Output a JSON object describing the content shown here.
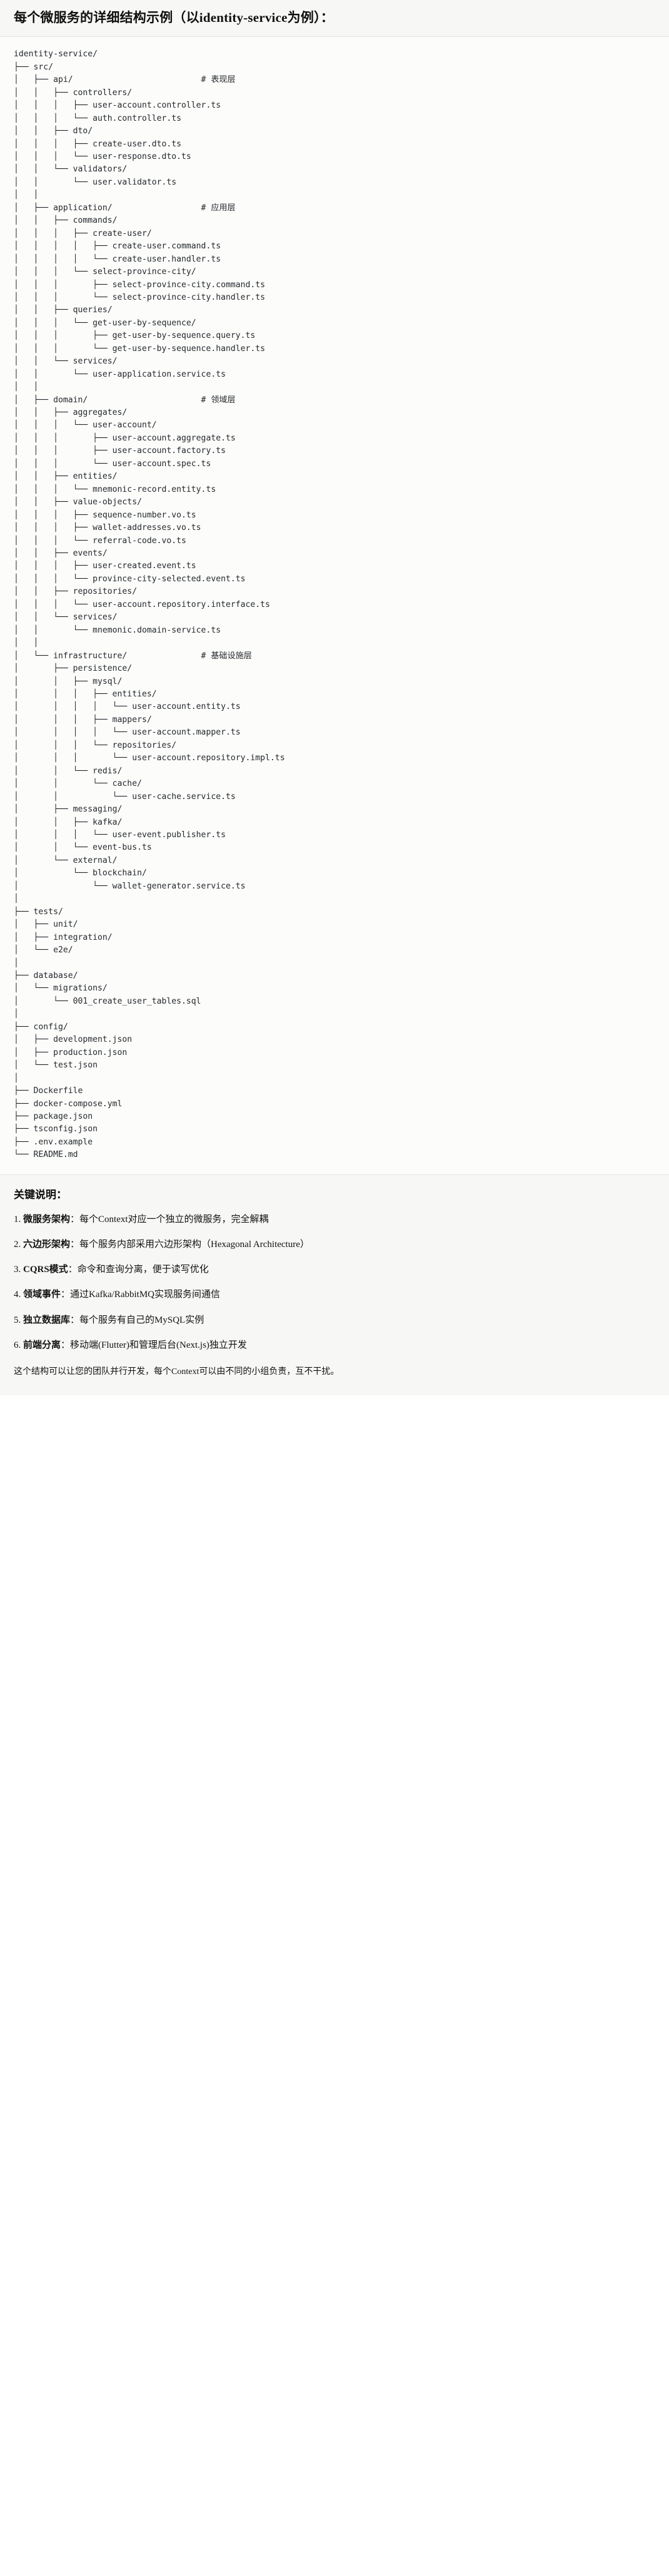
{
  "header": {
    "title": "每个微服务的详细结构示例（以identity-service为例）："
  },
  "tree": {
    "root": "identity-service/",
    "text": "identity-service/\n├── src/\n│   ├── api/                          # 表现层\n│   │   ├── controllers/\n│   │   │   ├── user-account.controller.ts\n│   │   │   └── auth.controller.ts\n│   │   ├── dto/\n│   │   │   ├── create-user.dto.ts\n│   │   │   └── user-response.dto.ts\n│   │   └── validators/\n│   │       └── user.validator.ts\n│   │\n│   ├── application/                  # 应用层\n│   │   ├── commands/\n│   │   │   ├── create-user/\n│   │   │   │   ├── create-user.command.ts\n│   │   │   │   └── create-user.handler.ts\n│   │   │   └── select-province-city/\n│   │   │       ├── select-province-city.command.ts\n│   │   │       └── select-province-city.handler.ts\n│   │   ├── queries/\n│   │   │   └── get-user-by-sequence/\n│   │   │       ├── get-user-by-sequence.query.ts\n│   │   │       └── get-user-by-sequence.handler.ts\n│   │   └── services/\n│   │       └── user-application.service.ts\n│   │\n│   ├── domain/                       # 领域层\n│   │   ├── aggregates/\n│   │   │   └── user-account/\n│   │   │       ├── user-account.aggregate.ts\n│   │   │       ├── user-account.factory.ts\n│   │   │       └── user-account.spec.ts\n│   │   ├── entities/\n│   │   │   └── mnemonic-record.entity.ts\n│   │   ├── value-objects/\n│   │   │   ├── sequence-number.vo.ts\n│   │   │   ├── wallet-addresses.vo.ts\n│   │   │   └── referral-code.vo.ts\n│   │   ├── events/\n│   │   │   ├── user-created.event.ts\n│   │   │   └── province-city-selected.event.ts\n│   │   ├── repositories/\n│   │   │   └── user-account.repository.interface.ts\n│   │   └── services/\n│   │       └── mnemonic.domain-service.ts\n│   │\n│   └── infrastructure/               # 基础设施层\n│       ├── persistence/\n│       │   ├── mysql/\n│       │   │   ├── entities/\n│       │   │   │   └── user-account.entity.ts\n│       │   │   ├── mappers/\n│       │   │   │   └── user-account.mapper.ts\n│       │   │   └── repositories/\n│       │   │       └── user-account.repository.impl.ts\n│       │   └── redis/\n│       │       └── cache/\n│       │           └── user-cache.service.ts\n│       ├── messaging/\n│       │   ├── kafka/\n│       │   │   └── user-event.publisher.ts\n│       │   └── event-bus.ts\n│       └── external/\n│           └── blockchain/\n│               └── wallet-generator.service.ts\n│\n├── tests/\n│   ├── unit/\n│   ├── integration/\n│   └── e2e/\n│\n├── database/\n│   └── migrations/\n│       └── 001_create_user_tables.sql\n│\n├── config/\n│   ├── development.json\n│   ├── production.json\n│   └── test.json\n│\n├── Dockerfile\n├── docker-compose.yml\n├── package.json\n├── tsconfig.json\n├── .env.example\n└── README.md",
    "layer_comments": [
      {
        "path": "src/api/",
        "comment": "# 表现层"
      },
      {
        "path": "src/application/",
        "comment": "# 应用层"
      },
      {
        "path": "src/domain/",
        "comment": "# 领域层"
      },
      {
        "path": "src/infrastructure/",
        "comment": "# 基础设施层"
      }
    ]
  },
  "notes": {
    "title": "关键说明：",
    "items": [
      {
        "term": "微服务架构",
        "desc": "：每个Context对应一个独立的微服务，完全解耦"
      },
      {
        "term": "六边形架构",
        "desc": "：每个服务内部采用六边形架构（Hexagonal Architecture）"
      },
      {
        "term": "CQRS模式",
        "desc": "：命令和查询分离，便于读写优化"
      },
      {
        "term": "领域事件",
        "desc": "：通过Kafka/RabbitMQ实现服务间通信"
      },
      {
        "term": "独立数据库",
        "desc": "：每个服务有自己的MySQL实例"
      },
      {
        "term": "前端分离",
        "desc": "：移动端(Flutter)和管理后台(Next.js)独立开发"
      }
    ],
    "closing": "这个结构可以让您的团队并行开发，每个Context可以由不同的小组负责，互不干扰。"
  }
}
